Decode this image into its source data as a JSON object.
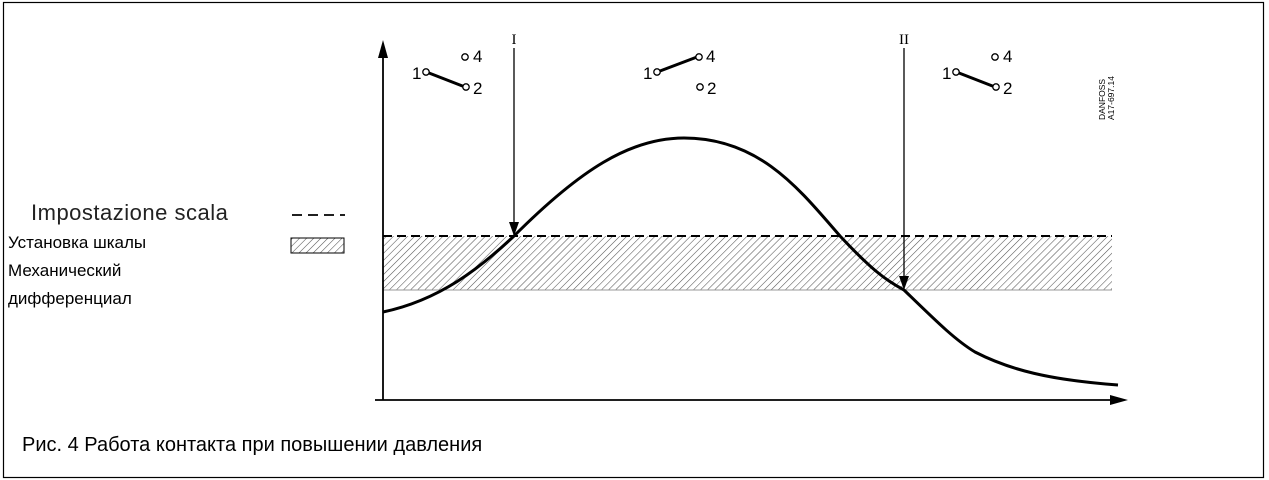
{
  "legend": {
    "italian_label": "Impostazione  scala",
    "russian_lines": [
      "Установка шкалы",
      "Механический",
      "дифференциал"
    ]
  },
  "markers": {
    "first": "I",
    "second": "II"
  },
  "terminals": {
    "common": "1",
    "upper": "4",
    "lower": "2"
  },
  "logo_text": [
    "DANFOSS",
    "A17-697.14"
  ],
  "caption": "Рис. 4 Работа контакта при повышении давления"
}
